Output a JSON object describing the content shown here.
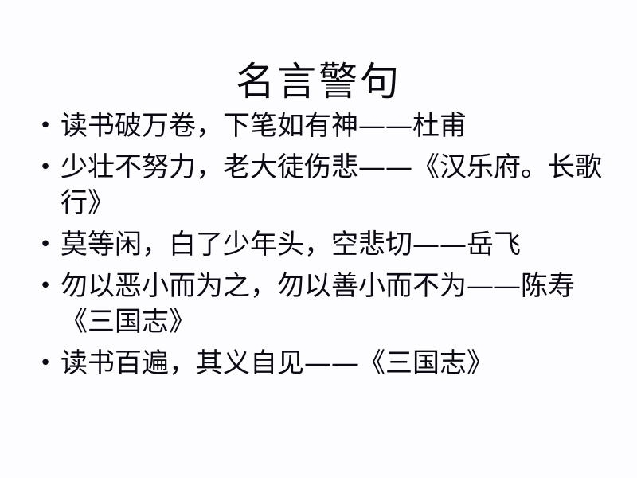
{
  "slide": {
    "title": "名言警句",
    "bullet_marker": "•",
    "text_color": "#0a0a14",
    "background_color": "#fdfcff",
    "items": [
      {
        "text": "读书破万卷，下笔如有神——杜甫"
      },
      {
        "text": "少壮不努力，老大徒伤悲——《汉乐府。长歌行》"
      },
      {
        "text": "莫等闲，白了少年头，空悲切——岳飞"
      },
      {
        "text": "勿以恶小而为之，勿以善小而不为——陈寿《三国志》"
      },
      {
        "text": "读书百遍，其义自见——《三国志》"
      }
    ]
  }
}
